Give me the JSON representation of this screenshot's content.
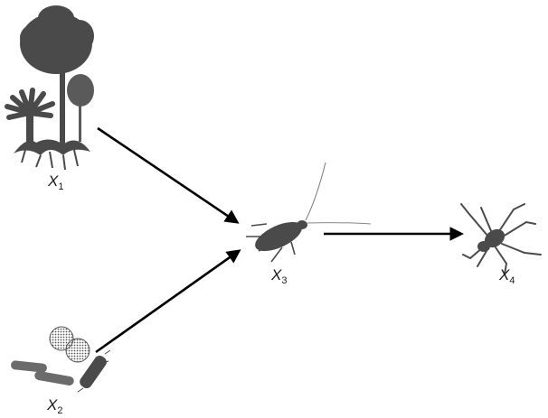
{
  "diagram": {
    "nodes": [
      {
        "id": "X1",
        "var": "X",
        "sub": "1",
        "icon": "forest-trees-icon"
      },
      {
        "id": "X2",
        "var": "X",
        "sub": "2",
        "icon": "microbes-icon"
      },
      {
        "id": "X3",
        "var": "X",
        "sub": "3",
        "icon": "cockroach-icon"
      },
      {
        "id": "X4",
        "var": "X",
        "sub": "4",
        "icon": "spider-icon"
      }
    ],
    "edges": [
      {
        "from": "X1",
        "to": "X3"
      },
      {
        "from": "X2",
        "to": "X3"
      },
      {
        "from": "X3",
        "to": "X4"
      }
    ],
    "colors": {
      "silhouette": "#4a4a4a",
      "silhouette_light": "#6b6b6b",
      "arrow": "#000000",
      "text": "#1a1a1a"
    }
  }
}
